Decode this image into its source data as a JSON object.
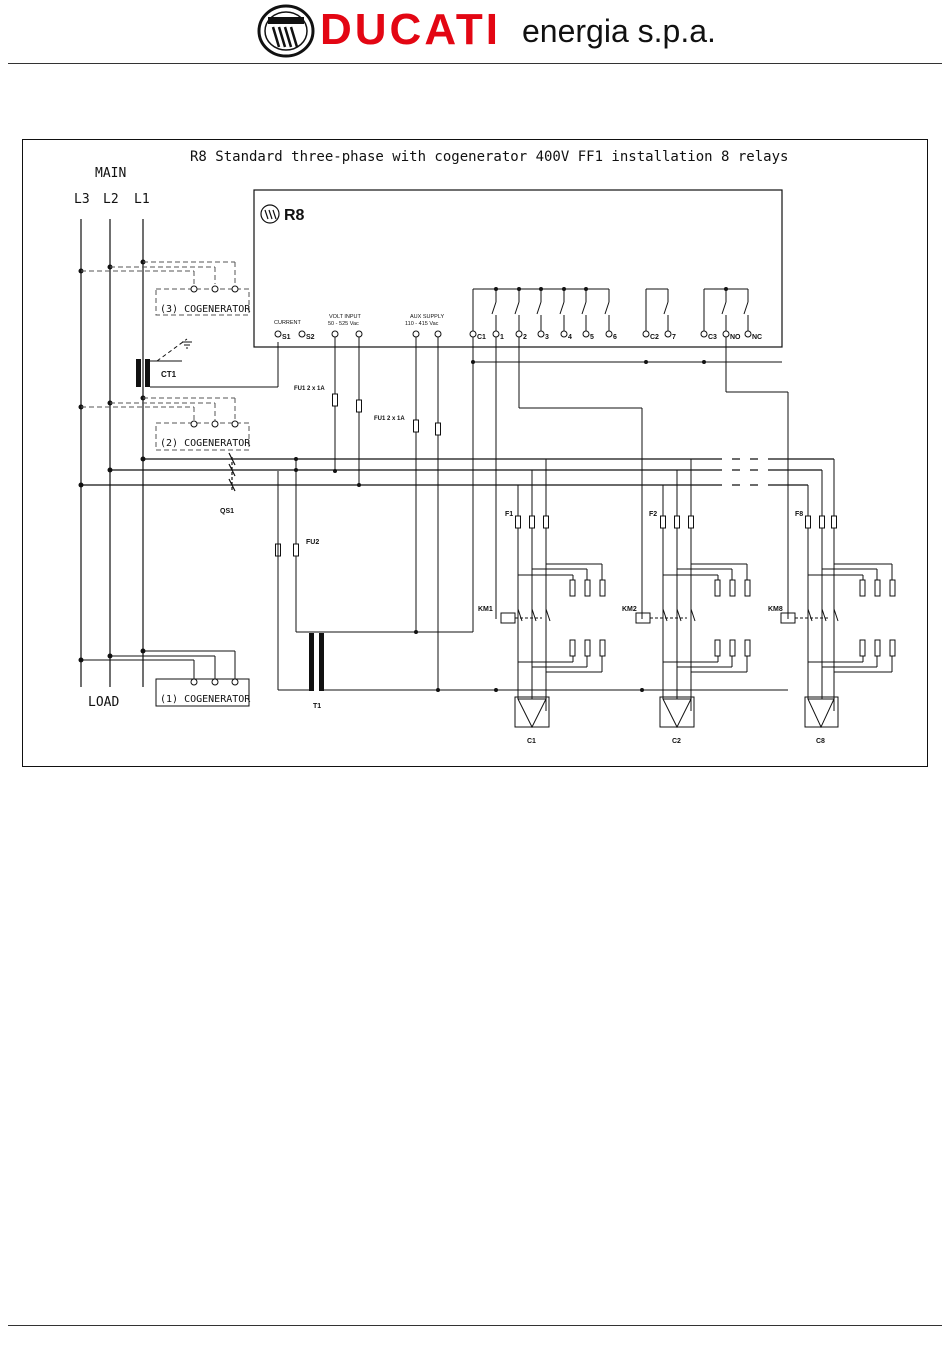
{
  "header": {
    "brand": "DUCATI",
    "brand_suffix": "energia s.p.a."
  },
  "diagram": {
    "title": "R8 Standard three-phase with cogenerator 400V FF1 installation 8 relays",
    "main_label": "MAIN",
    "phases": [
      "L3",
      "L2",
      "L1"
    ],
    "load_label": "LOAD",
    "device_label": "R8",
    "cogenerators": [
      "(3) COGENERATOR",
      "(2) COGENERATOR",
      "(1) COGENERATOR"
    ],
    "ct_label": "CT1",
    "qs_label": "QS1",
    "fu1a_label": "FU1 2 x 1A",
    "fu1b_label": "FU1 2 x 1A",
    "fu2_label": "FU2",
    "t1_label": "T1",
    "current_label": "CURRENT",
    "volt_input_label": "VOLT INPUT",
    "volt_input_range": "50 - 525 Vac",
    "aux_supply_label": "AUX SUPPLY",
    "aux_supply_range": "110 - 415 Vac",
    "terminals": [
      "S1",
      "S2",
      "C1",
      "1",
      "2",
      "3",
      "4",
      "5",
      "6",
      "C2",
      "7",
      "C3",
      "NO",
      "NC"
    ],
    "stages": [
      {
        "fuse": "F1",
        "contactor": "KM1",
        "capacitor": "C1"
      },
      {
        "fuse": "F2",
        "contactor": "KM2",
        "capacitor": "C2"
      },
      {
        "fuse": "F8",
        "contactor": "KM8",
        "capacitor": "C8"
      }
    ],
    "colors": {
      "brand_red": "#e30613",
      "line": "#111111",
      "dashed": "#555555"
    }
  }
}
